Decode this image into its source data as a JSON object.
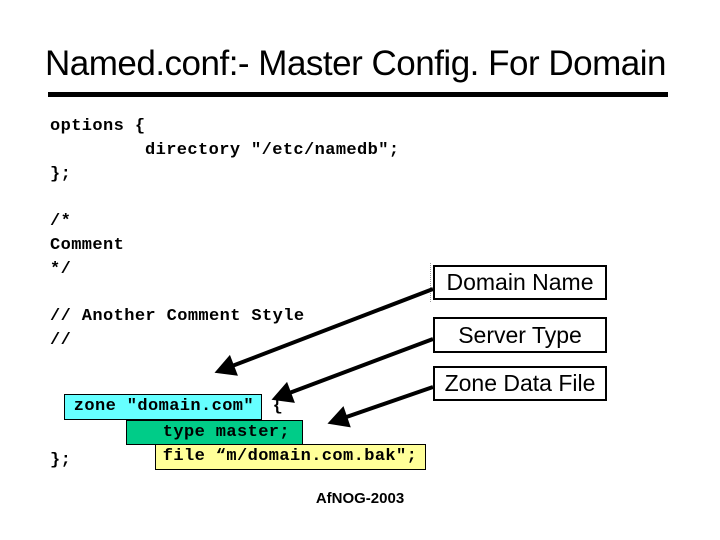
{
  "slide": {
    "title": "Named.conf:- Master Config. For Domain",
    "footer": "AfNOG-2003"
  },
  "code": {
    "options_open": "options {",
    "directory": "directory \"/etc/namedb\";",
    "options_close": "};",
    "block_comment_open": "/*",
    "block_comment_text": "Comment",
    "block_comment_close": "*/",
    "line_comment": "// Another Comment Style",
    "line_comment_empty": "//",
    "zone_highlighted": "zone \"domain.com\"",
    "zone_open_brace": " {",
    "type_line": "type master;",
    "file_line": "file “m/domain.com.bak\";",
    "zone_close": "};"
  },
  "labels": {
    "domain_name": "Domain Name",
    "server_type": "Server Type",
    "zone_data_file": "Zone Data File"
  },
  "colors": {
    "highlight_cyan": "#66ffff",
    "highlight_teal": "#00cc88",
    "highlight_yellow": "#ffff99",
    "arrow": "#000000"
  }
}
